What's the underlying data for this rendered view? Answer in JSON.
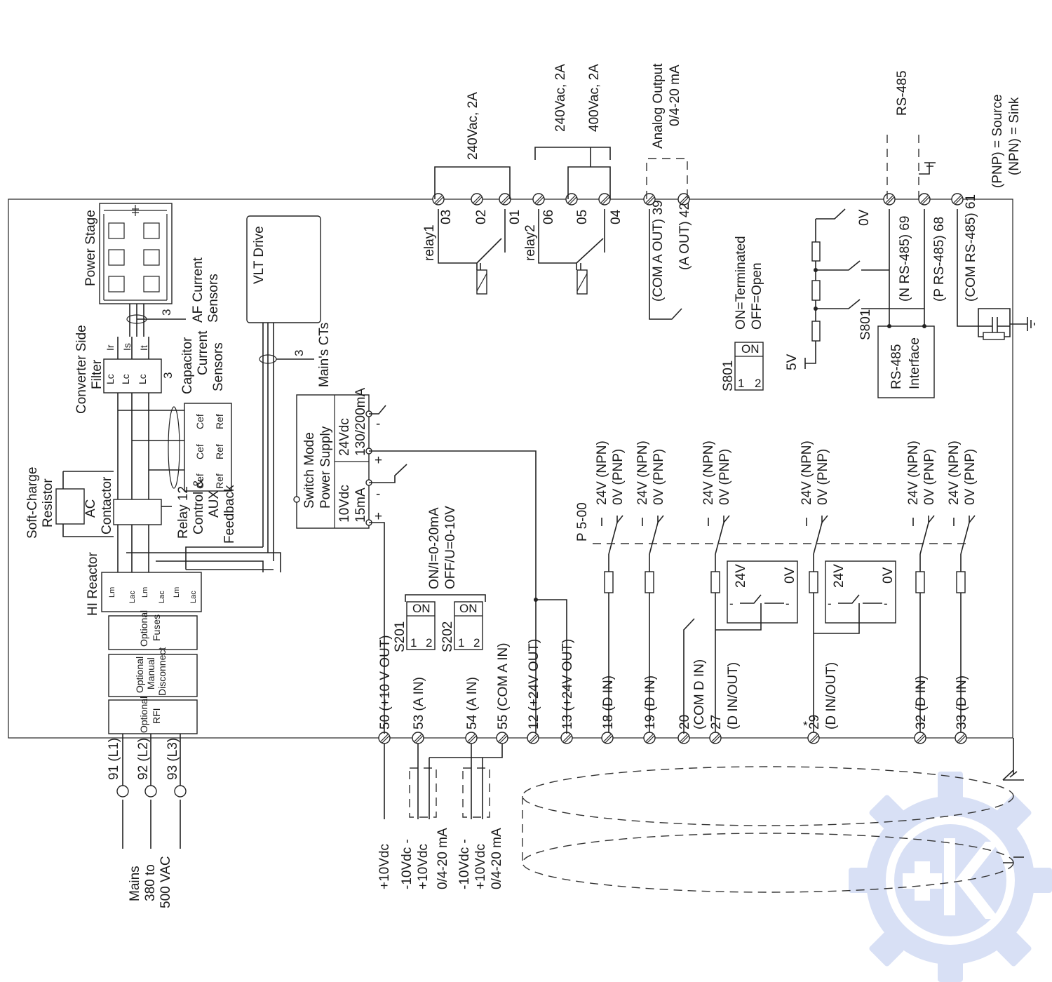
{
  "colors": {
    "line": "#222222",
    "watermark": "#b9c7ee"
  },
  "icons": {
    "terminal": "terminal-screw-icon",
    "coil": "relay-coil-icon",
    "ground": "ground-icon",
    "watermark": "gear-k-logo-icon"
  },
  "mains": {
    "lines": [
      "Mains",
      "380 to",
      "500 VAC"
    ],
    "terminals": [
      "91 (L1)",
      "92 (L2)",
      "93 (L3)"
    ]
  },
  "power": {
    "power_stage": "Power Stage",
    "af_sensors": [
      "AF Current",
      "Sensors"
    ],
    "af_count": "3",
    "converter_filter": [
      "Converter Side",
      "Filter"
    ],
    "filter_coils": [
      "Lc",
      "Lc",
      "Lc"
    ],
    "filter_currents": [
      "Ir",
      "Is",
      "It"
    ],
    "cap_sensors": [
      "Capacitor",
      "Current",
      "Sensors"
    ],
    "cap_count": "3",
    "cap_labels": [
      "Cef",
      "Cef",
      "Cef"
    ],
    "res_labels": [
      "Ref",
      "Ref",
      "Ref"
    ],
    "soft_charge": [
      "Soft-Charge",
      "Resistor"
    ],
    "ac_contactor": [
      "AC",
      "Contactor"
    ],
    "relay12": [
      "Relay 12",
      "Control &",
      "AUX",
      "Feedback"
    ],
    "hi_reactor": "HI Reactor",
    "reactor_coils": [
      "Lm",
      "Lac",
      "Lm",
      "Lac",
      "Lm",
      "Lac"
    ],
    "fuses": [
      "Optional",
      "Fuses"
    ],
    "disconnect": [
      "Optional",
      "Manual",
      "Disconnect"
    ],
    "rfi": [
      "Optional",
      "RFI"
    ],
    "vlt": "VLT Drive",
    "cts_count": "3",
    "cts": "Main's CTs"
  },
  "smps": {
    "title": [
      "Switch Mode",
      "Power Supply"
    ],
    "v10": [
      "10Vdc",
      "15mA"
    ],
    "v24": [
      "24Vdc",
      "130/200mA"
    ],
    "plus": "+",
    "minus": "-"
  },
  "relays": {
    "relay1": "relay1",
    "relay1_rating": "240Vac, 2A",
    "relay1_terms": [
      "03",
      "02",
      "01"
    ],
    "relay2": "relay2",
    "relay2_rating_a": "240Vac, 2A",
    "relay2_rating_b": "400Vac, 2A",
    "relay2_terms": [
      "06",
      "05",
      "04"
    ]
  },
  "analog_out": {
    "title": [
      "Analog Output",
      "0/4-20 mA"
    ],
    "com": "(COM A OUT) 39",
    "out": "(A OUT) 42"
  },
  "rs485": {
    "title": "RS-485",
    "n": "(N RS-485) 69",
    "p": "(P RS-485) 68",
    "com": "(COM RS-485) 61",
    "interface": [
      "RS-485",
      "Interface"
    ],
    "zero_v": "0V",
    "five_v": "5V",
    "s801": "S801",
    "terminated": [
      "ON=Terminated",
      "OFF=Open"
    ],
    "switch_on": "ON",
    "switch_1": "1",
    "switch_2": "2"
  },
  "logic_note": [
    "(PNP) = Source",
    "(NPN) = Sink"
  ],
  "analog_switches": {
    "mode": [
      "ON/I=0-20mA",
      "OFF/U=0-10V"
    ],
    "s201": "S201",
    "s202": "S202",
    "on": "ON",
    "one": "1",
    "two": "2"
  },
  "p500": "P 5-00",
  "npn": "24V (NPN)",
  "pnp": "0V (PNP)",
  "io_24v": "24V",
  "io_0v": "0V",
  "star": "*",
  "terminals": [
    "50 (+10 V OUT)",
    "53 (A IN)",
    "54 (A IN)",
    "55 (COM A IN)",
    "12 (+24V OUT)",
    "13 (+24V OUT)",
    "18 (D IN)",
    "19 (D IN)",
    "20",
    "(COM D IN)",
    "27",
    "(D IN/OUT)",
    "29",
    "(D IN/OUT)",
    "32 (D IN)",
    "33 (D IN)"
  ],
  "bottom": {
    "v10": "+10Vdc",
    "ain1": [
      "-10Vdc -",
      "+10Vdc",
      "0/4-20 mA"
    ],
    "ain2": [
      "-10Vdc -",
      "+10Vdc",
      "0/4-20 mA"
    ]
  }
}
